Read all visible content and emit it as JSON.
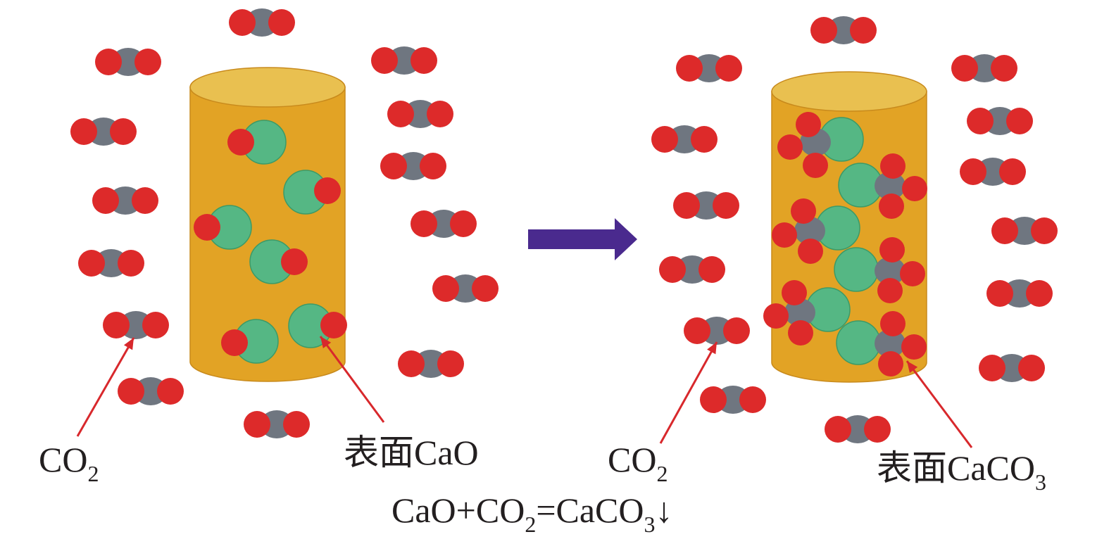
{
  "left_panel": {
    "co2_label": {
      "main": "CO",
      "sub": "2"
    },
    "surface_label": "表面CaO"
  },
  "right_panel": {
    "co2_label": {
      "main": "CO",
      "sub": "2"
    },
    "surface_label": {
      "main": "表面CaCO",
      "sub": "3"
    }
  },
  "equation": {
    "part1": "CaO+CO",
    "sub1": "2",
    "part2": "=CaCO",
    "sub2": "3",
    "part3": "↓"
  },
  "colors": {
    "cylinder_body": "#e2a325",
    "cylinder_top": "#e9c050",
    "cao_particle": "#55b784",
    "oxygen_atom": "#dd2a2a",
    "carbon_atom": "#6f7680",
    "pointer_arrow": "#d8282c",
    "process_arrow": "#4a2a8e",
    "text": "#231f20"
  },
  "icons": {
    "co2_molecule": "co2-molecule-icon",
    "process_arrow": "right-arrow-icon"
  }
}
